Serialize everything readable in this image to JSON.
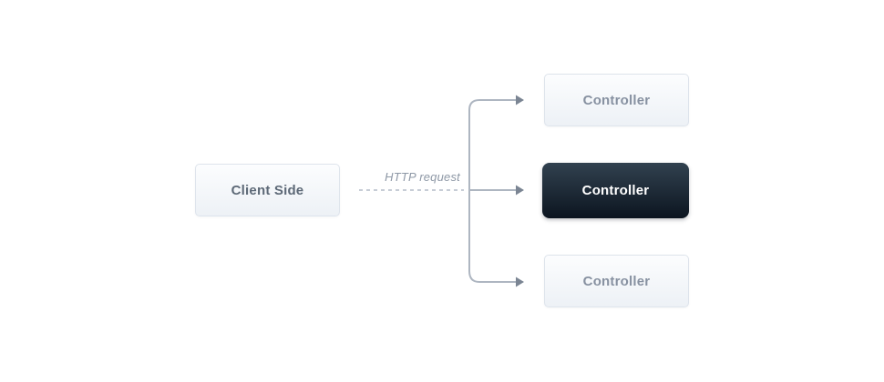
{
  "diagram": {
    "client": {
      "label": "Client Side"
    },
    "edge": {
      "label": "HTTP request"
    },
    "controllers": [
      {
        "label": "Controller",
        "variant": "light",
        "highlighted": false
      },
      {
        "label": "Controller",
        "variant": "dark",
        "highlighted": true
      },
      {
        "label": "Controller",
        "variant": "light",
        "highlighted": false
      }
    ],
    "colors": {
      "background": "#ffffff",
      "node_fill_top": "#fcfdfe",
      "node_fill_bottom": "#edf1f6",
      "node_border": "#dee4ec",
      "node_text": "#8791a1",
      "client_text": "#5d6977",
      "dark_fill_top": "#31414f",
      "dark_fill_bottom": "#0c1520",
      "dark_text": "#ffffff",
      "line": "#aeb6c1",
      "dash": "#c7cdd6",
      "arrowhead": "#7b8593",
      "edge_label_text": "#8e98a6"
    }
  }
}
